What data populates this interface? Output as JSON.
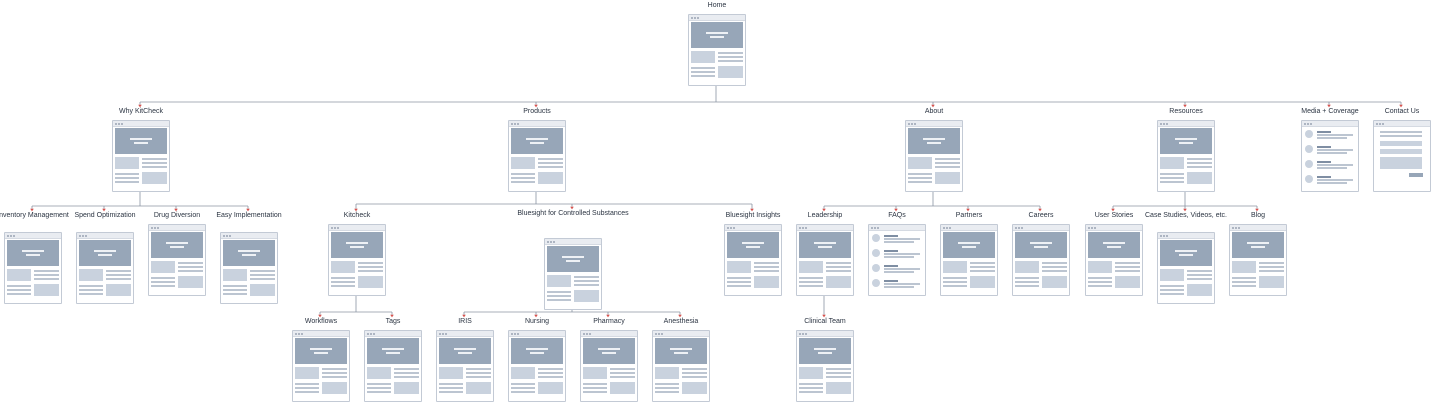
{
  "nodes": [
    {
      "id": "home",
      "label": "Home",
      "tpl": "standard"
    },
    {
      "id": "why",
      "label": "Why KitCheck",
      "tpl": "standard"
    },
    {
      "id": "products",
      "label": "Products",
      "tpl": "standard"
    },
    {
      "id": "about",
      "label": "About",
      "tpl": "standard"
    },
    {
      "id": "resources",
      "label": "Resources",
      "tpl": "standard"
    },
    {
      "id": "media",
      "label": "Media + Coverage",
      "tpl": "list"
    },
    {
      "id": "contact",
      "label": "Contact Us",
      "tpl": "form"
    },
    {
      "id": "inventory",
      "label": "Inventory Management",
      "tpl": "standard"
    },
    {
      "id": "spend",
      "label": "Spend Optimization",
      "tpl": "standard"
    },
    {
      "id": "diversion",
      "label": "Drug Diversion",
      "tpl": "standard"
    },
    {
      "id": "easy",
      "label": "Easy Implementation",
      "tpl": "standard"
    },
    {
      "id": "kitcheck",
      "label": "Kitcheck",
      "tpl": "standard"
    },
    {
      "id": "bluesight",
      "label": "Bluesight for Controlled Substances",
      "tpl": "standard"
    },
    {
      "id": "insights",
      "label": "Bluesight Insights",
      "tpl": "standard"
    },
    {
      "id": "leadership",
      "label": "Leadership",
      "tpl": "standard"
    },
    {
      "id": "faqs",
      "label": "FAQs",
      "tpl": "list"
    },
    {
      "id": "partners",
      "label": "Partners",
      "tpl": "standard"
    },
    {
      "id": "careers",
      "label": "Careers",
      "tpl": "standard"
    },
    {
      "id": "stories",
      "label": "User Stories",
      "tpl": "standard"
    },
    {
      "id": "cases",
      "label": "Case Studies, Videos, etc.",
      "tpl": "standard"
    },
    {
      "id": "blog",
      "label": "Blog",
      "tpl": "standard"
    },
    {
      "id": "workflows",
      "label": "Workflows",
      "tpl": "standard"
    },
    {
      "id": "tags",
      "label": "Tags",
      "tpl": "standard"
    },
    {
      "id": "iris",
      "label": "IRIS",
      "tpl": "standard"
    },
    {
      "id": "nursing",
      "label": "Nursing",
      "tpl": "standard"
    },
    {
      "id": "pharmacy",
      "label": "Pharmacy",
      "tpl": "standard"
    },
    {
      "id": "anesthesia",
      "label": "Anesthesia",
      "tpl": "standard"
    },
    {
      "id": "clinical",
      "label": "Clinical Team",
      "tpl": "standard"
    }
  ],
  "edges": [
    [
      "home",
      "why"
    ],
    [
      "home",
      "products"
    ],
    [
      "home",
      "about"
    ],
    [
      "home",
      "resources"
    ],
    [
      "home",
      "media"
    ],
    [
      "home",
      "contact"
    ],
    [
      "why",
      "inventory"
    ],
    [
      "why",
      "spend"
    ],
    [
      "why",
      "diversion"
    ],
    [
      "why",
      "easy"
    ],
    [
      "products",
      "kitcheck"
    ],
    [
      "products",
      "bluesight"
    ],
    [
      "products",
      "insights"
    ],
    [
      "about",
      "leadership"
    ],
    [
      "about",
      "faqs"
    ],
    [
      "about",
      "partners"
    ],
    [
      "about",
      "careers"
    ],
    [
      "resources",
      "stories"
    ],
    [
      "resources",
      "cases"
    ],
    [
      "resources",
      "blog"
    ],
    [
      "kitcheck",
      "workflows"
    ],
    [
      "kitcheck",
      "tags"
    ],
    [
      "bluesight",
      "iris"
    ],
    [
      "bluesight",
      "nursing"
    ],
    [
      "bluesight",
      "pharmacy"
    ],
    [
      "bluesight",
      "anesthesia"
    ],
    [
      "leadership",
      "clinical"
    ]
  ],
  "colors": {
    "connector": "#8b95a3",
    "arrow": "#d9534f",
    "frame": "#c3cad5",
    "hero": "#97a6b8",
    "block": "#c9d2de",
    "label": "#2b3442"
  }
}
